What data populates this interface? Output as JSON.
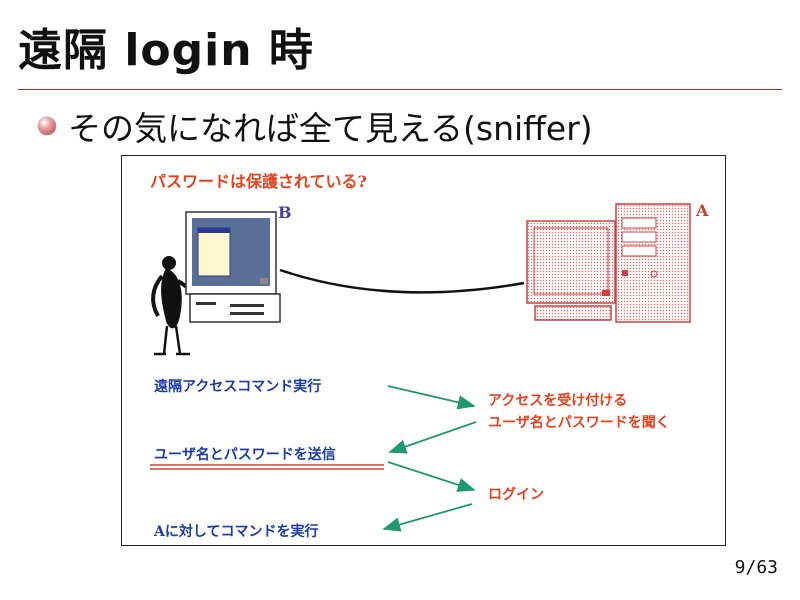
{
  "slide": {
    "title": "遠隔 login 時",
    "bullet": "その気になれば全て見える(sniffer)",
    "page_number": "9/63"
  },
  "figure": {
    "heading": "パスワードは保護されている?",
    "label_b": "B",
    "label_a": "A",
    "left_steps": [
      "遠隔アクセスコマンド実行",
      "ユーザ名とパスワードを送信",
      "Aに対してコマンドを実行"
    ],
    "right_steps": [
      "アクセスを受け付ける",
      "ユーザ名とパスワードを聞く",
      "ログイン"
    ]
  },
  "colors": {
    "heading": "#e8401c",
    "left_steps": "#1a3aa8",
    "right_steps": "#e8401c",
    "arrows": "#1f9a6e",
    "label_b": "#4a3aa0",
    "label_a": "#cc3a2a",
    "title_rule": "#b03030"
  }
}
